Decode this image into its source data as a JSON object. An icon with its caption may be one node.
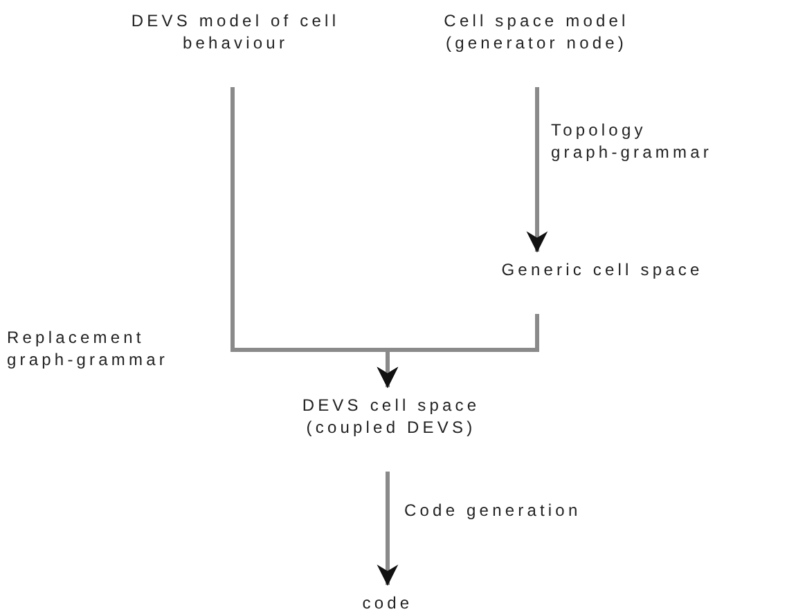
{
  "diagram": {
    "nodes": [
      {
        "text": [
          "DEVS model of cell behaviour"
        ]
      },
      {
        "text": [
          "Cell space model (generator node)"
        ]
      },
      {
        "text": [
          "Generic cell space"
        ]
      },
      {
        "text": [
          "DEVS cell space (coupled DEVS)"
        ]
      },
      {
        "text": [
          "code"
        ]
      }
    ],
    "edges": [
      {
        "from": 1,
        "to": 2,
        "arrow": "to",
        "label": "Topology graph-grammar"
      },
      {
        "from": 0,
        "to": 3,
        "arrow": "to",
        "label": "Replacement graph-grammar"
      },
      {
        "from": 2,
        "to": 3,
        "arrow": "to"
      },
      {
        "from": 3,
        "to": 4,
        "arrow": "to",
        "label": "Code generation"
      }
    ]
  }
}
